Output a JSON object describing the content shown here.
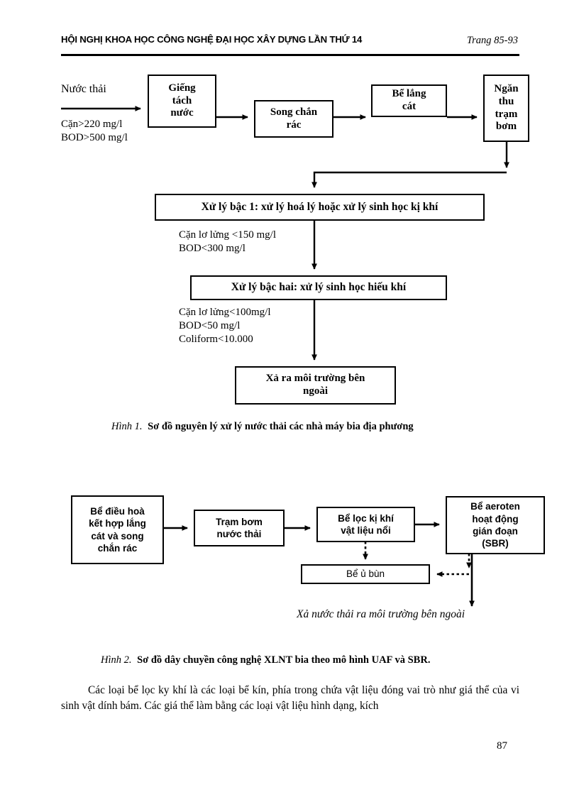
{
  "header": {
    "title": "HỘI NGHỊ KHOA HỌC CÔNG NGHỆ ĐẠI HỌC XÂY DỰNG LẦN THỨ 14",
    "page_range": "Trang 85-93"
  },
  "figure1": {
    "inlet_label": "Nước thải",
    "inlet_params": "Cặn>220 mg/l\nBOD>500 mg/l",
    "boxes": [
      {
        "id": "gieng-tach-nuoc",
        "text": "Giếng\ntách\nnước"
      },
      {
        "id": "song-chan-rac",
        "text": "Song chắn\nrác"
      },
      {
        "id": "be-lang-cat",
        "text": "Bể lắng\ncát"
      },
      {
        "id": "ngan-thu-tram-bom",
        "text": "Ngăn\nthu\ntrạm\nbơm"
      },
      {
        "id": "xu-ly-bac-1",
        "text": "Xử lý bậc 1: xử lý hoá lý hoặc xử lý sinh học kị khí"
      },
      {
        "id": "xu-ly-bac-hai",
        "text": "Xử lý bậc hai: xử lý sinh học hiếu khí"
      },
      {
        "id": "xa-ra-moi-truong",
        "text": "Xả ra môi trường bên\nngoài"
      }
    ],
    "params_after_stage1": "Cặn lơ lửng <150 mg/l\nBOD<300 mg/l",
    "params_after_stage2": "Cặn lơ lửng<100mg/l\nBOD<50 mg/l\nColiform<10.000",
    "caption_prefix": "Hình 1.",
    "caption_text": "Sơ đồ nguyên lý xử lý nước thải các nhà máy bia địa phương"
  },
  "figure2": {
    "boxes": [
      {
        "id": "be-dieu-hoa",
        "text": "Bể điều hoà\nkết hợp lắng\ncát và song\nchắn rác"
      },
      {
        "id": "tram-bom-nuoc-thai",
        "text": "Trạm bơm\nnước thải"
      },
      {
        "id": "be-loc-ki-khi",
        "text": "Bể lọc kị khí\nvật liệu nổi"
      },
      {
        "id": "be-aeroten-sbr",
        "text": "Bể aeroten\nhoạt động\ngián đoạn\n(SBR)"
      },
      {
        "id": "be-u-bun",
        "text": "Bể ủ bùn"
      }
    ],
    "outlet_note": "Xả nước thải ra môi trường bên ngoài",
    "caption_prefix": "Hình 2.",
    "caption_text": "Sơ đồ dây chuyền công nghệ XLNT bia theo mô hình UAF và SBR."
  },
  "body": {
    "paragraph": "Các loại bể lọc ky khí là các loại bể kín, phía trong chứa vật liệu đóng vai trò như giá thể của vi sinh vật dính bám. Các giá thể làm bằng các loại vật liệu hình dạng, kích"
  },
  "footer": {
    "page_number": "87"
  },
  "colors": {
    "ink": "#000000",
    "paper": "#ffffff"
  }
}
